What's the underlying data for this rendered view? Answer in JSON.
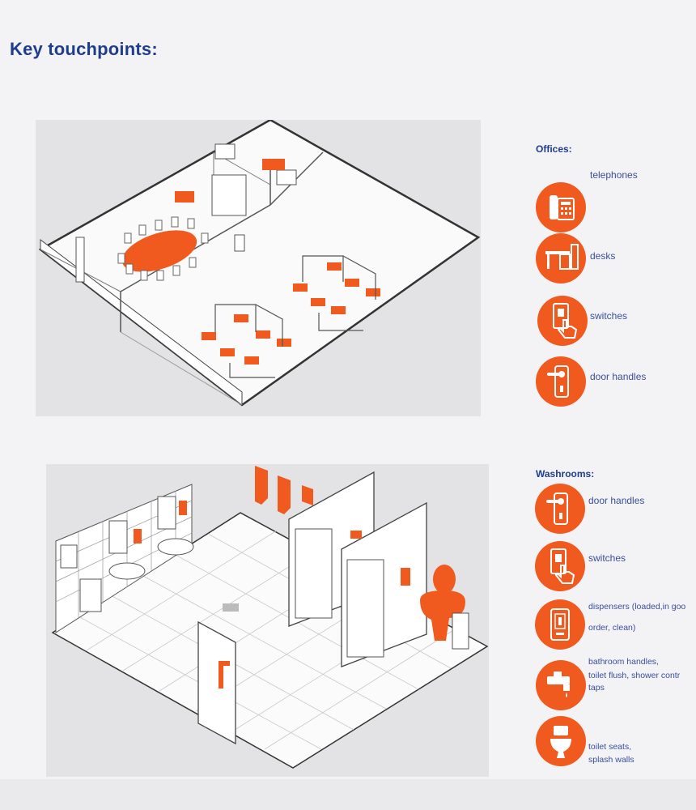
{
  "title": "Key touchpoints:",
  "offices": {
    "title": "Offices:",
    "items": [
      {
        "icon": "telephone-icon",
        "label": "telephones"
      },
      {
        "icon": "desk-icon",
        "label": "desks"
      },
      {
        "icon": "switch-icon",
        "label": "switches"
      },
      {
        "icon": "door-handle-icon",
        "label": "door handles"
      }
    ]
  },
  "washrooms": {
    "title": "Washrooms:",
    "items": [
      {
        "icon": "door-handle-icon",
        "label": "door handles"
      },
      {
        "icon": "switch-icon",
        "label": "switches"
      },
      {
        "icon": "dispenser-icon",
        "label": "dispensers (loaded,in goo",
        "label2": "order, clean)"
      },
      {
        "icon": "tap-icon",
        "label": "bathroom handles,",
        "label2": "toilet flush, shower contr",
        "label3": "taps"
      },
      {
        "icon": "toilet-icon",
        "label": "toilet seats,",
        "label2": "splash walls"
      }
    ]
  },
  "colors": {
    "accent": "#f05a1e",
    "title": "#1f3d8c",
    "label": "#3a4f9a"
  }
}
